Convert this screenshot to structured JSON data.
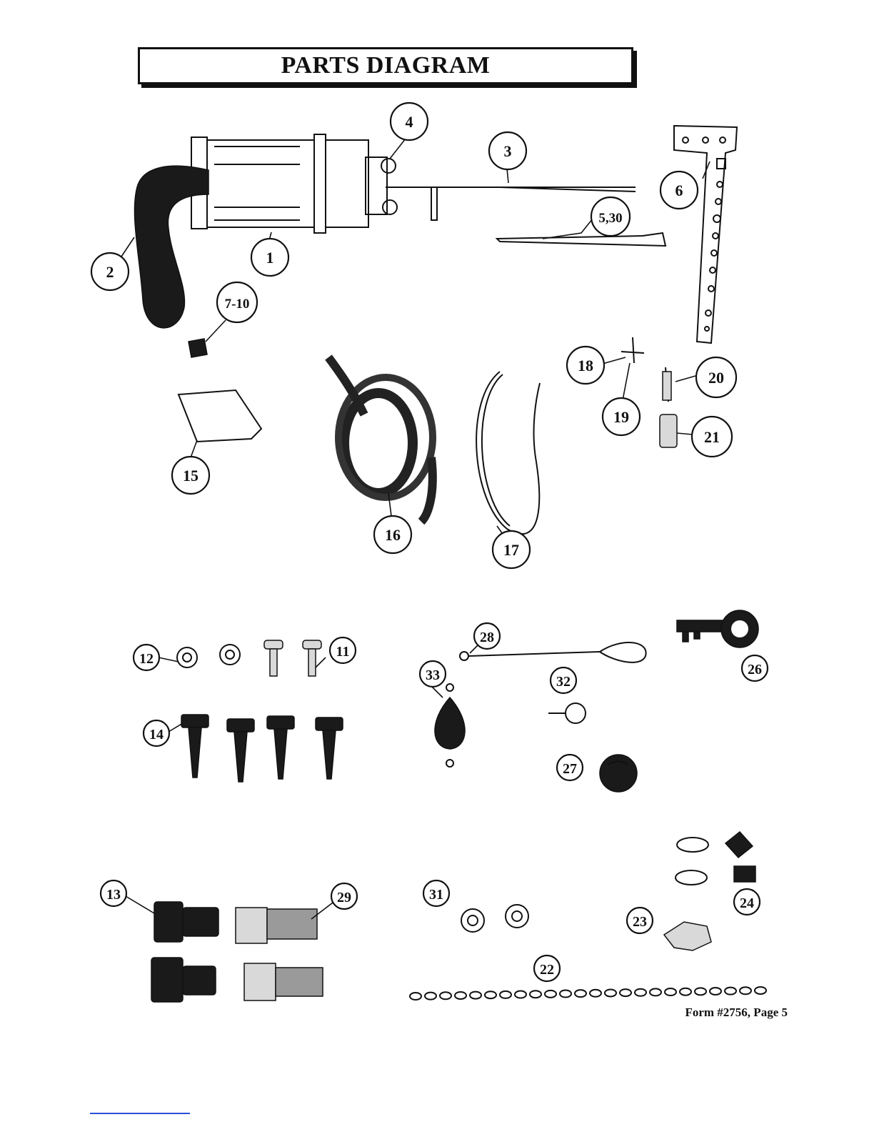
{
  "title": "PARTS DIAGRAM",
  "footer": "Form #2756, Page 5",
  "callouts": [
    "1",
    "2",
    "3",
    "4",
    "5,30",
    "6",
    "7-10",
    "11",
    "12",
    "13",
    "14",
    "15",
    "16",
    "17",
    "18",
    "19",
    "20",
    "21",
    "22",
    "23",
    "24",
    "26",
    "27",
    "28",
    "29",
    "31",
    "32",
    "33"
  ]
}
